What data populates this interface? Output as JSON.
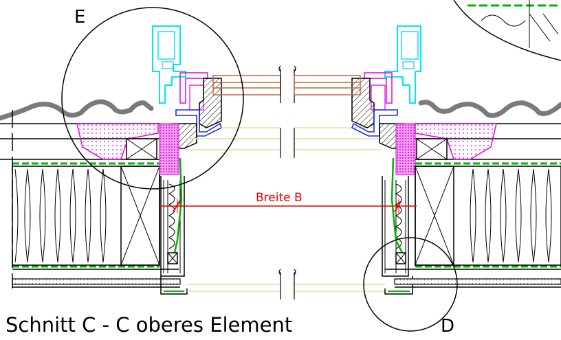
{
  "drawing": {
    "caption": "Schnitt C - C oberes Element",
    "detail_labels": {
      "upper_left": "E",
      "lower_right": "D"
    },
    "dimension_label": "Breite  B"
  },
  "colors": {
    "outline": "#000000",
    "dimension": "#e60000",
    "frame_cyan": "#00e5ff",
    "seal_magenta": "#e600e6",
    "glass_copper": "#c8643c",
    "seal_green": "#00b400",
    "insulation_pink": "#e61ee6",
    "roof_tile": "#7a7a7a",
    "reveal_yellow": "#e0e0a0",
    "flashing_blue": "#1c2ddc"
  },
  "icons": [
    "detail-circle-e",
    "detail-circle-d",
    "dimension-line-breite"
  ]
}
